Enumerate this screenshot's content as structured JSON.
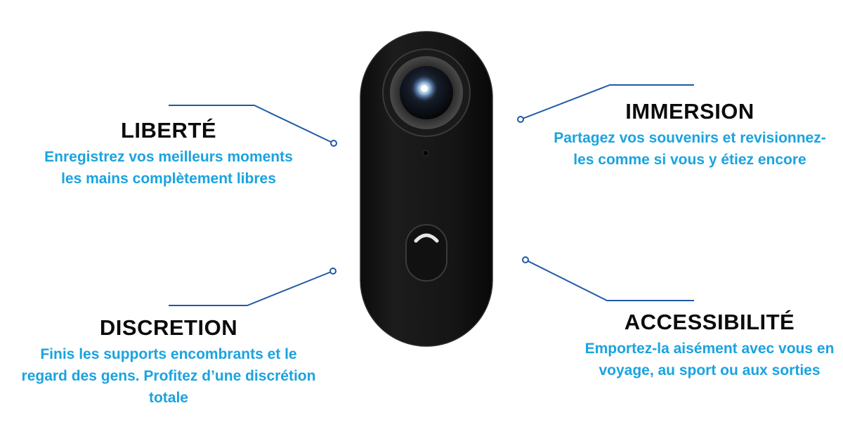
{
  "features": {
    "liberte": {
      "title": "LIBERTÉ",
      "description": "Enregistrez vos meilleurs moments les mains complètement libres"
    },
    "immersion": {
      "title": "IMMERSION",
      "description": "Partagez vos souvenirs et revisionnez-les comme si vous y étiez encore"
    },
    "discretion": {
      "title": "DISCRETION",
      "description": "Finis les supports encombrants et le regard des gens. Profitez d’une discrétion totale"
    },
    "accessibilite": {
      "title": "ACCESSIBILITÉ",
      "description": "Emportez-la aisément avec vous en voyage, au sport ou aux sorties"
    }
  },
  "colors": {
    "title": "#0b0b0b",
    "description": "#1aa3e0",
    "callout_line": "#1f5aa6",
    "camera_body": "#161616"
  },
  "icons": {
    "product": "camera-360",
    "button": "shutter-button"
  }
}
